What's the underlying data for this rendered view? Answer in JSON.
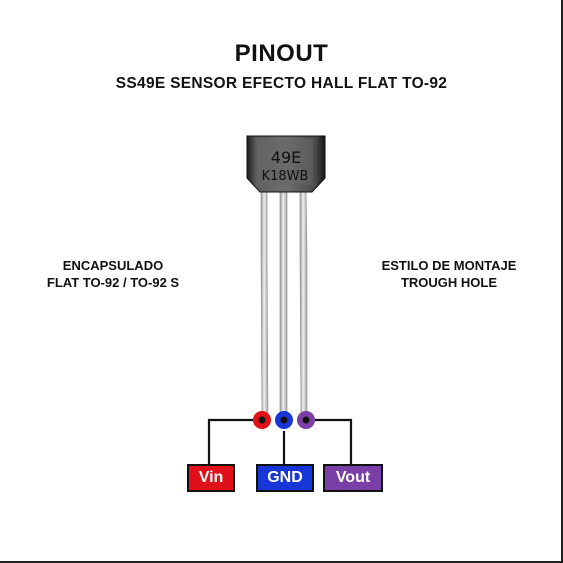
{
  "header": {
    "title": "PINOUT",
    "subtitle": "SS49E SENSOR EFECTO HALL FLAT TO-92"
  },
  "left_note": {
    "line1": "ENCAPSULADO",
    "line2": "FLAT TO-92 / TO-92 S"
  },
  "right_note": {
    "line1": "ESTILO DE MONTAJE",
    "line2": "TROUGH HOLE"
  },
  "chip": {
    "marking_line1": "49E",
    "marking_line2": "K18WB"
  },
  "pins": [
    {
      "label": "Vin",
      "color": "#e0101a"
    },
    {
      "label": "GND",
      "color": "#1836d8"
    },
    {
      "label": "Vout",
      "color": "#7a3fa6"
    }
  ]
}
